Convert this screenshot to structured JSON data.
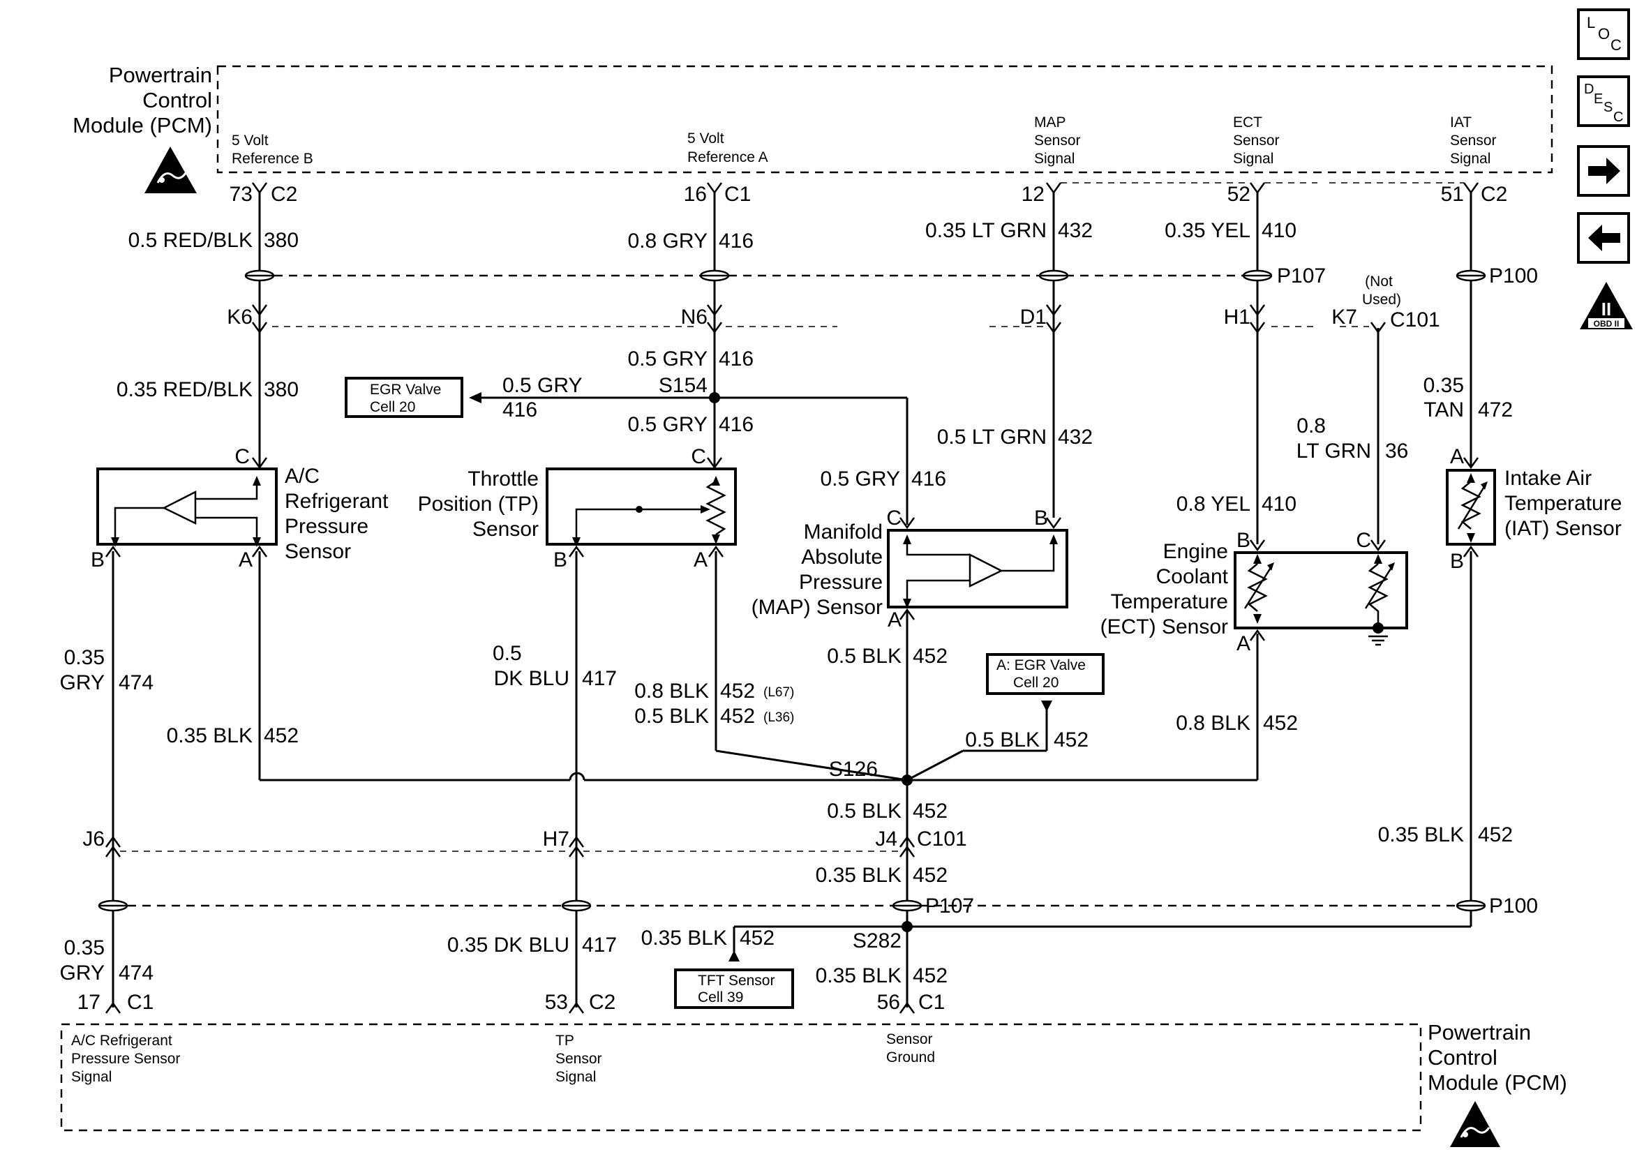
{
  "pcm": {
    "top_title": [
      "Powertrain",
      "Control",
      "Module (PCM)"
    ],
    "bottom_title": [
      "Powertrain",
      "Control",
      "Module (PCM)"
    ]
  },
  "pcm_top_terminals": [
    {
      "label": [
        "5 Volt",
        "Reference B"
      ],
      "pin": "73",
      "connector": "C2"
    },
    {
      "label": [
        "5 Volt",
        "Reference A"
      ],
      "pin": "16",
      "connector": "C1"
    },
    {
      "label": [
        "MAP",
        "Sensor",
        "Signal"
      ],
      "pin": "12",
      "connector": ""
    },
    {
      "label": [
        "ECT",
        "Sensor",
        "Signal"
      ],
      "pin": "52",
      "connector": ""
    },
    {
      "label": [
        "IAT",
        "Sensor",
        "Signal"
      ],
      "pin": "51",
      "connector": "C2"
    }
  ],
  "pcm_bottom_terminals": [
    {
      "label": [
        "A/C Refrigerant",
        "Pressure Sensor",
        "Signal"
      ],
      "pin": "17",
      "connector": "C1"
    },
    {
      "label": [
        "TP",
        "Sensor",
        "Signal"
      ],
      "pin": "53",
      "connector": "C2"
    },
    {
      "label": [
        "Sensor",
        "Ground"
      ],
      "pin": "56",
      "connector": "C1"
    }
  ],
  "wires": {
    "w380_top": {
      "gauge": "0.5 RED/BLK",
      "circuit": "380"
    },
    "w416_top": {
      "gauge": "0.8 GRY",
      "circuit": "416"
    },
    "w432_top": {
      "gauge": "0.35 LT GRN",
      "circuit": "432"
    },
    "w410_top": {
      "gauge": "0.35 YEL",
      "circuit": "410"
    },
    "w380_mid": {
      "gauge": "0.35 RED/BLK",
      "circuit": "380"
    },
    "w416_mid": {
      "gauge": "0.5 GRY",
      "circuit": "416"
    },
    "w416_egr": {
      "gauge": "0.5 GRY",
      "circuit": "416"
    },
    "w416_tp": {
      "gauge": "0.5 GRY",
      "circuit": "416"
    },
    "w416_map": {
      "gauge": "0.5 GRY",
      "circuit": "416"
    },
    "w432_mid": {
      "gauge": "0.5 LT GRN",
      "circuit": "432"
    },
    "w472": {
      "gauge": [
        "0.35",
        "TAN"
      ],
      "circuit": "472"
    },
    "w36": {
      "gauge": [
        "0.8",
        "LT GRN"
      ],
      "circuit": "36"
    },
    "w410_mid": {
      "gauge": "0.8 YEL",
      "circuit": "410"
    },
    "w474_top": {
      "gauge": [
        "0.35",
        "GRY"
      ],
      "circuit": "474"
    },
    "w452_ac": {
      "gauge": "0.35 BLK",
      "circuit": "452"
    },
    "w417_top": {
      "gauge": [
        "0.5",
        "DK BLU"
      ],
      "circuit": "417"
    },
    "w452_l67": {
      "gauge": "0.8 BLK",
      "circuit": "452",
      "note": "(L67)"
    },
    "w452_l36": {
      "gauge": "0.5 BLK",
      "circuit": "452",
      "note": "(L36)"
    },
    "w452_map": {
      "gauge": "0.5 BLK",
      "circuit": "452"
    },
    "w452_egr": {
      "gauge": "0.5 BLK",
      "circuit": "452"
    },
    "w452_ect": {
      "gauge": "0.8 BLK",
      "circuit": "452"
    },
    "w452_s126": {
      "gauge": "0.5 BLK",
      "circuit": "452"
    },
    "w452_iat": {
      "gauge": "0.35 BLK",
      "circuit": "452"
    },
    "w452_c101": {
      "gauge": "0.35 BLK",
      "circuit": "452"
    },
    "w474_bot": {
      "gauge": [
        "0.35",
        "GRY"
      ],
      "circuit": "474"
    },
    "w417_bot": {
      "gauge": "0.35 DK BLU",
      "circuit": "417"
    },
    "w452_tft": {
      "gauge": "0.35 BLK",
      "circuit": "452"
    },
    "w452_bot": {
      "gauge": "0.35 BLK",
      "circuit": "452"
    }
  },
  "connectors": {
    "p107": "P107",
    "p100": "P100",
    "c101": "C101",
    "not_used": [
      "(Not",
      "Used)"
    ],
    "k6": "K6",
    "n6": "N6",
    "d1": "D1",
    "h1": "H1",
    "k7": "K7",
    "j6": "J6",
    "h7": "H7",
    "j4": "J4"
  },
  "splices": {
    "s154": "S154",
    "s126": "S126",
    "s282": "S282"
  },
  "components": {
    "ac_sensor": {
      "name": [
        "A/C",
        "Refrigerant",
        "Pressure",
        "Sensor"
      ],
      "pins": {
        "c": "C",
        "b": "B",
        "a": "A"
      }
    },
    "tp_sensor": {
      "name": [
        "Throttle",
        "Position (TP)",
        "Sensor"
      ],
      "pins": {
        "c": "C",
        "b": "B",
        "a": "A"
      }
    },
    "map_sensor": {
      "name": [
        "Manifold",
        "Absolute",
        "Pressure",
        "(MAP) Sensor"
      ],
      "pins": {
        "c": "C",
        "b": "B",
        "a": "A"
      }
    },
    "ect_sensor": {
      "name": [
        "Engine",
        "Coolant",
        "Temperature",
        "(ECT) Sensor"
      ],
      "pins": {
        "b": "B",
        "c": "C",
        "a": "A"
      }
    },
    "iat_sensor": {
      "name": [
        "Intake Air",
        "Temperature",
        "(IAT) Sensor"
      ],
      "pins": {
        "a": "A",
        "b": "B"
      }
    }
  },
  "references": {
    "egr_left": [
      "EGR Valve",
      "Cell 20"
    ],
    "egr_right": [
      "A: EGR Valve",
      "Cell 20"
    ],
    "tft": [
      "TFT Sensor",
      "Cell 39"
    ]
  },
  "nav_icons": [
    {
      "name": "loc-icon",
      "text": [
        "L",
        "O",
        "C"
      ]
    },
    {
      "name": "desc-icon",
      "text": [
        "D",
        "E",
        "S",
        "C"
      ]
    },
    {
      "name": "next-arrow-icon"
    },
    {
      "name": "back-arrow-icon"
    },
    {
      "name": "obd-ii-icon",
      "text": [
        "II",
        "OBD II"
      ]
    }
  ]
}
